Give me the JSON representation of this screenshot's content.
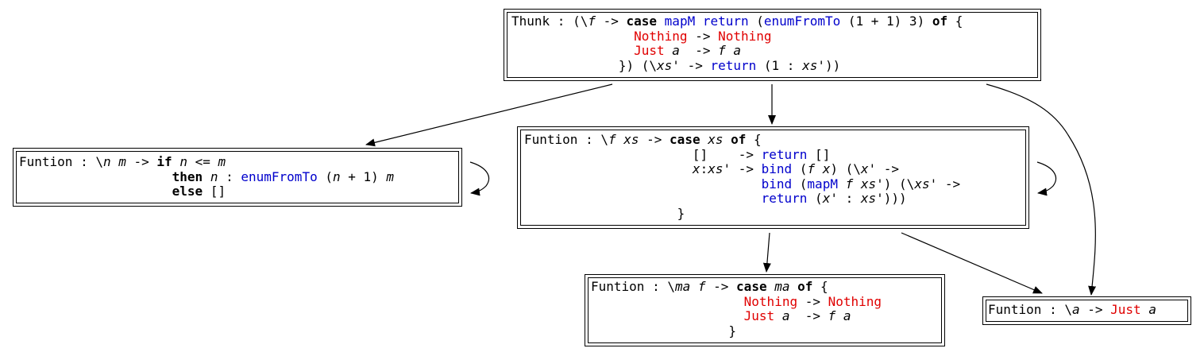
{
  "nodes": [
    {
      "id": "thunk",
      "lines": [
        [
          [
            "p",
            "Thunk : (\\"
          ],
          [
            "v",
            "f"
          ],
          [
            "p",
            " -> "
          ],
          [
            "k",
            "case"
          ],
          [
            "p",
            " "
          ],
          [
            "f",
            "mapM"
          ],
          [
            "p",
            " "
          ],
          [
            "f",
            "return"
          ],
          [
            "p",
            " ("
          ],
          [
            "f",
            "enumFromTo"
          ],
          [
            "p",
            " (1 + 1) 3) "
          ],
          [
            "k",
            "of"
          ],
          [
            "p",
            " {"
          ]
        ],
        [
          [
            "p",
            "                "
          ],
          [
            "c",
            "Nothing"
          ],
          [
            "p",
            " -> "
          ],
          [
            "c",
            "Nothing"
          ]
        ],
        [
          [
            "p",
            "                "
          ],
          [
            "c",
            "Just"
          ],
          [
            "p",
            " "
          ],
          [
            "v",
            "a"
          ],
          [
            "p",
            "  -> "
          ],
          [
            "v",
            "f"
          ],
          [
            "p",
            " "
          ],
          [
            "v",
            "a"
          ]
        ],
        [
          [
            "p",
            "              }) (\\"
          ],
          [
            "v",
            "xs'"
          ],
          [
            "p",
            " -> "
          ],
          [
            "f",
            "return"
          ],
          [
            "p",
            " (1 : "
          ],
          [
            "v",
            "xs'"
          ],
          [
            "p",
            "))"
          ]
        ]
      ]
    },
    {
      "id": "enumFromTo",
      "lines": [
        [
          [
            "p",
            "Funtion : \\"
          ],
          [
            "v",
            "n"
          ],
          [
            "p",
            " "
          ],
          [
            "v",
            "m"
          ],
          [
            "p",
            " -> "
          ],
          [
            "k",
            "if"
          ],
          [
            "p",
            " "
          ],
          [
            "v",
            "n"
          ],
          [
            "p",
            " <= "
          ],
          [
            "v",
            "m"
          ]
        ],
        [
          [
            "p",
            "                    "
          ],
          [
            "k",
            "then"
          ],
          [
            "p",
            " "
          ],
          [
            "v",
            "n"
          ],
          [
            "p",
            " : "
          ],
          [
            "f",
            "enumFromTo"
          ],
          [
            "p",
            " ("
          ],
          [
            "v",
            "n"
          ],
          [
            "p",
            " + 1) "
          ],
          [
            "v",
            "m"
          ]
        ],
        [
          [
            "p",
            "                    "
          ],
          [
            "k",
            "else"
          ],
          [
            "p",
            " []"
          ]
        ]
      ]
    },
    {
      "id": "mapM",
      "lines": [
        [
          [
            "p",
            "Funtion : \\"
          ],
          [
            "v",
            "f"
          ],
          [
            "p",
            " "
          ],
          [
            "v",
            "xs"
          ],
          [
            "p",
            " -> "
          ],
          [
            "k",
            "case"
          ],
          [
            "p",
            " "
          ],
          [
            "v",
            "xs"
          ],
          [
            "p",
            " "
          ],
          [
            "k",
            "of"
          ],
          [
            "p",
            " {"
          ]
        ],
        [
          [
            "p",
            "                      []    -> "
          ],
          [
            "f",
            "return"
          ],
          [
            "p",
            " []"
          ]
        ],
        [
          [
            "p",
            "                      "
          ],
          [
            "v",
            "x"
          ],
          [
            "p",
            ":"
          ],
          [
            "v",
            "xs'"
          ],
          [
            "p",
            " -> "
          ],
          [
            "f",
            "bind"
          ],
          [
            "p",
            " ("
          ],
          [
            "v",
            "f"
          ],
          [
            "p",
            " "
          ],
          [
            "v",
            "x"
          ],
          [
            "p",
            ") (\\"
          ],
          [
            "v",
            "x'"
          ],
          [
            "p",
            " ->"
          ]
        ],
        [
          [
            "p",
            "                               "
          ],
          [
            "f",
            "bind"
          ],
          [
            "p",
            " ("
          ],
          [
            "f",
            "mapM"
          ],
          [
            "p",
            " "
          ],
          [
            "v",
            "f"
          ],
          [
            "p",
            " "
          ],
          [
            "v",
            "xs'"
          ],
          [
            "p",
            ") (\\"
          ],
          [
            "v",
            "xs'"
          ],
          [
            "p",
            " ->"
          ]
        ],
        [
          [
            "p",
            "                               "
          ],
          [
            "f",
            "return"
          ],
          [
            "p",
            " ("
          ],
          [
            "v",
            "x'"
          ],
          [
            "p",
            " : "
          ],
          [
            "v",
            "xs'"
          ],
          [
            "p",
            ")))"
          ]
        ],
        [
          [
            "p",
            "                    }"
          ]
        ]
      ]
    },
    {
      "id": "bind",
      "lines": [
        [
          [
            "p",
            "Funtion : \\"
          ],
          [
            "v",
            "ma"
          ],
          [
            "p",
            " "
          ],
          [
            "v",
            "f"
          ],
          [
            "p",
            " -> "
          ],
          [
            "k",
            "case"
          ],
          [
            "p",
            " "
          ],
          [
            "v",
            "ma"
          ],
          [
            "p",
            " "
          ],
          [
            "k",
            "of"
          ],
          [
            "p",
            " {"
          ]
        ],
        [
          [
            "p",
            "                    "
          ],
          [
            "c",
            "Nothing"
          ],
          [
            "p",
            " -> "
          ],
          [
            "c",
            "Nothing"
          ]
        ],
        [
          [
            "p",
            "                    "
          ],
          [
            "c",
            "Just"
          ],
          [
            "p",
            " "
          ],
          [
            "v",
            "a"
          ],
          [
            "p",
            "  -> "
          ],
          [
            "v",
            "f"
          ],
          [
            "p",
            " "
          ],
          [
            "v",
            "a"
          ]
        ],
        [
          [
            "p",
            "                  }"
          ]
        ]
      ]
    },
    {
      "id": "just",
      "lines": [
        [
          [
            "p",
            "Funtion : \\"
          ],
          [
            "v",
            "a"
          ],
          [
            "p",
            " -> "
          ],
          [
            "c",
            "Just"
          ],
          [
            "p",
            " "
          ],
          [
            "v",
            "a"
          ]
        ]
      ]
    }
  ],
  "edges": [
    {
      "from": "thunk",
      "to": "enumFromTo"
    },
    {
      "from": "thunk",
      "to": "mapM"
    },
    {
      "from": "thunk",
      "to": "just"
    },
    {
      "from": "enumFromTo",
      "to": "enumFromTo"
    },
    {
      "from": "mapM",
      "to": "mapM"
    },
    {
      "from": "mapM",
      "to": "bind"
    },
    {
      "from": "mapM",
      "to": "just"
    }
  ],
  "colors": {
    "keyword": "#000000",
    "function": "#0000cc",
    "constructor": "#e00000",
    "line": "#000000"
  }
}
